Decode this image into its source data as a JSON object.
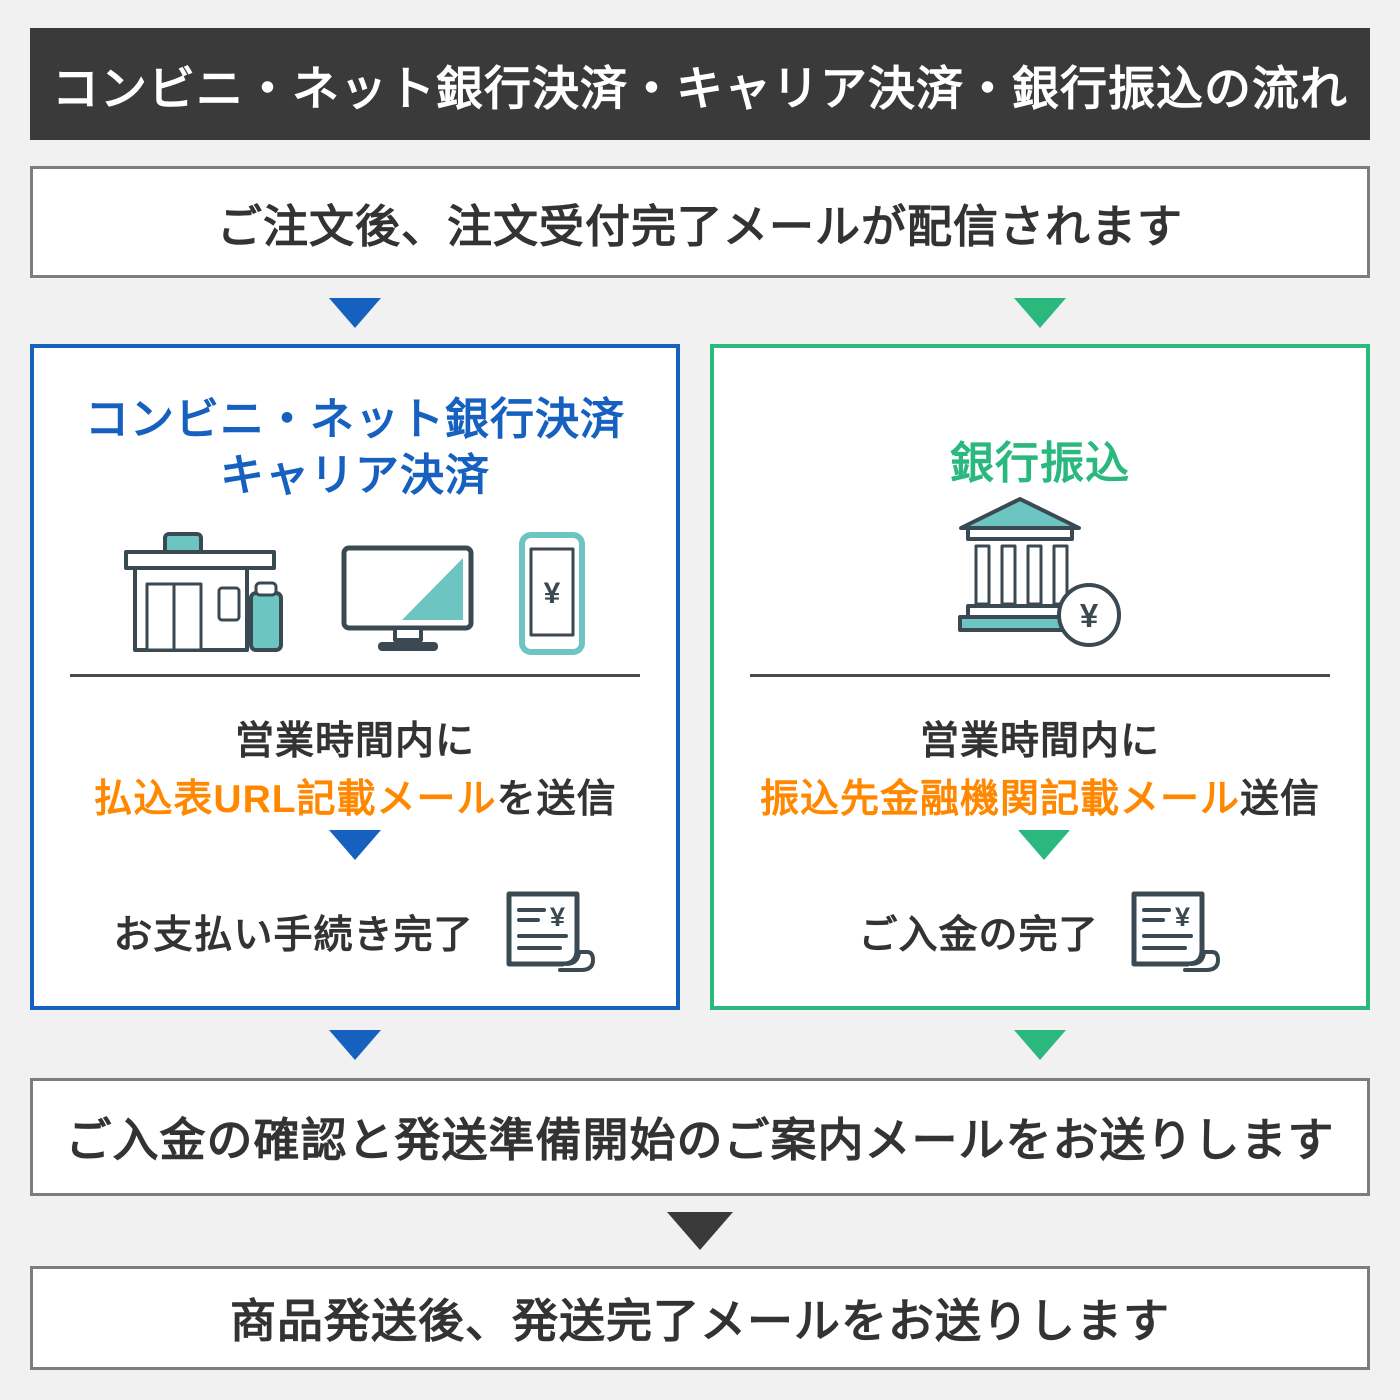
{
  "colors": {
    "background": "#f1f1f1",
    "header_bg": "#3a3a3a",
    "blue": "#1660c0",
    "green": "#2ab87e",
    "orange": "#ff8800",
    "text_dark": "#333333",
    "icon_teal": "#6cc5c0",
    "icon_stroke": "#3b4a52",
    "box_border": "#7d7d7d",
    "divider": "#4b4b4b"
  },
  "header": {
    "title": "コンビニ・ネット銀行決済・キャリア決済・銀行振込の流れ"
  },
  "steps": {
    "order_received": "ご注文後、注文受付完了メールが配信されます",
    "payment_confirmed": "ご入金の確認と発送準備開始のご案内メールをお送りします",
    "shipped": "商品発送後、発送完了メールをお送りします"
  },
  "left_branch": {
    "title_line1": "コンビニ・ネット銀行決済",
    "title_line2": "キャリア決済",
    "timing": "営業時間内に",
    "mail_highlight": "払込表URL記載メール",
    "mail_suffix": "を送信",
    "complete": "お支払い手続き完了"
  },
  "right_branch": {
    "title": "銀行振込",
    "timing": "営業時間内に",
    "mail_highlight": "振込先金融機関記載メール",
    "mail_suffix": "送信",
    "complete": "ご入金の完了"
  },
  "icons": {
    "yen": "¥"
  }
}
